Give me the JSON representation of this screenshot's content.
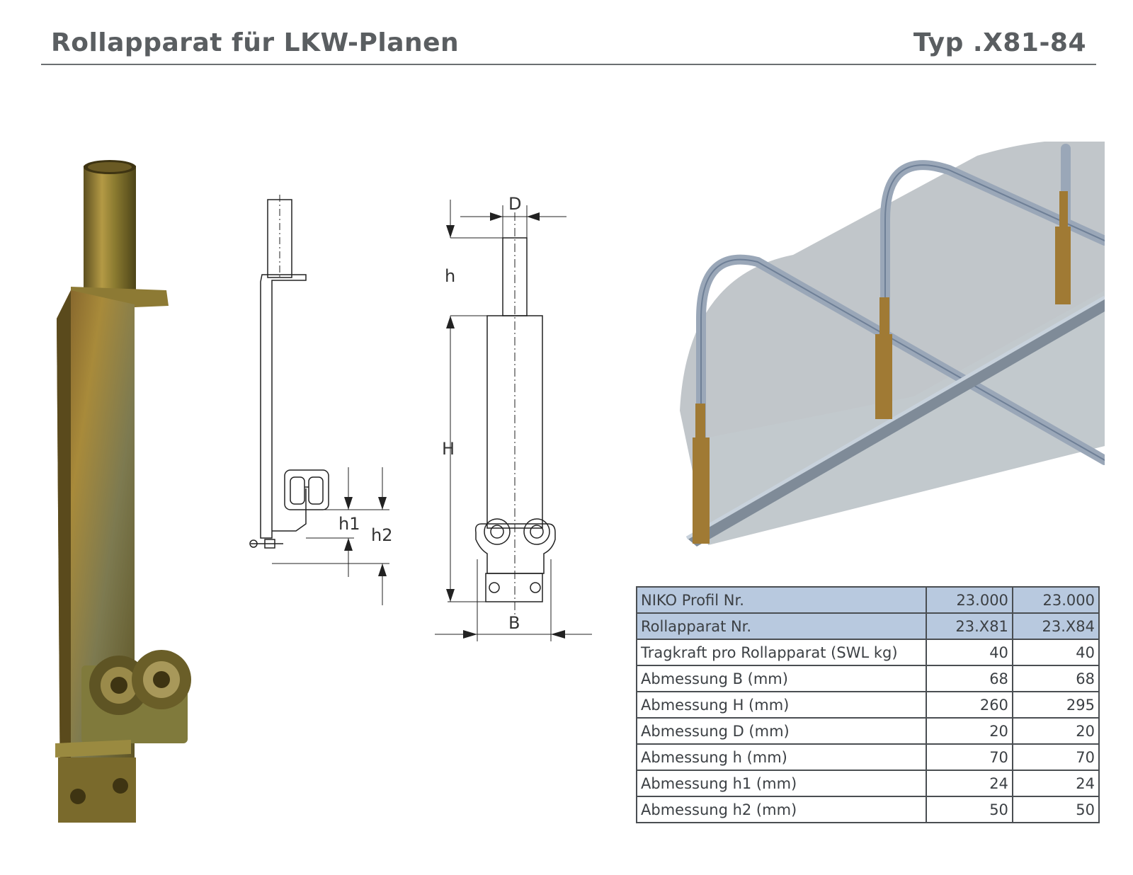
{
  "header": {
    "title": "Rollapparat für LKW-Planen",
    "type": "Typ .X81-84"
  },
  "drawing_labels": {
    "side": {
      "h1": "h1",
      "h2": "h2"
    },
    "front": {
      "D": "D",
      "h": "h",
      "H": "H",
      "B": "B"
    }
  },
  "table": {
    "rows": [
      {
        "label": "NIKO Profil Nr.",
        "v1": "23.000",
        "v2": "23.000",
        "head": true
      },
      {
        "label": "Rollapparat Nr.",
        "v1": "23.X81",
        "v2": "23.X84",
        "head": true
      },
      {
        "label": "Tragkraft pro Rollapparat (SWL kg)",
        "v1": "40",
        "v2": "40"
      },
      {
        "label": "Abmessung B (mm)",
        "v1": "68",
        "v2": "68"
      },
      {
        "label": "Abmessung H (mm)",
        "v1": "260",
        "v2": "295"
      },
      {
        "label": "Abmessung D (mm)",
        "v1": "20",
        "v2": "20"
      },
      {
        "label": "Abmessung h (mm)",
        "v1": "70",
        "v2": "70"
      },
      {
        "label": "Abmessung h1 (mm)",
        "v1": "24",
        "v2": "24"
      },
      {
        "label": "Abmessung h2 (mm)",
        "v1": "50",
        "v2": "50"
      }
    ]
  },
  "colors": {
    "header_text": "#5a5e61",
    "table_head_bg": "#b8c9df",
    "metal": "#9a8a3a"
  }
}
